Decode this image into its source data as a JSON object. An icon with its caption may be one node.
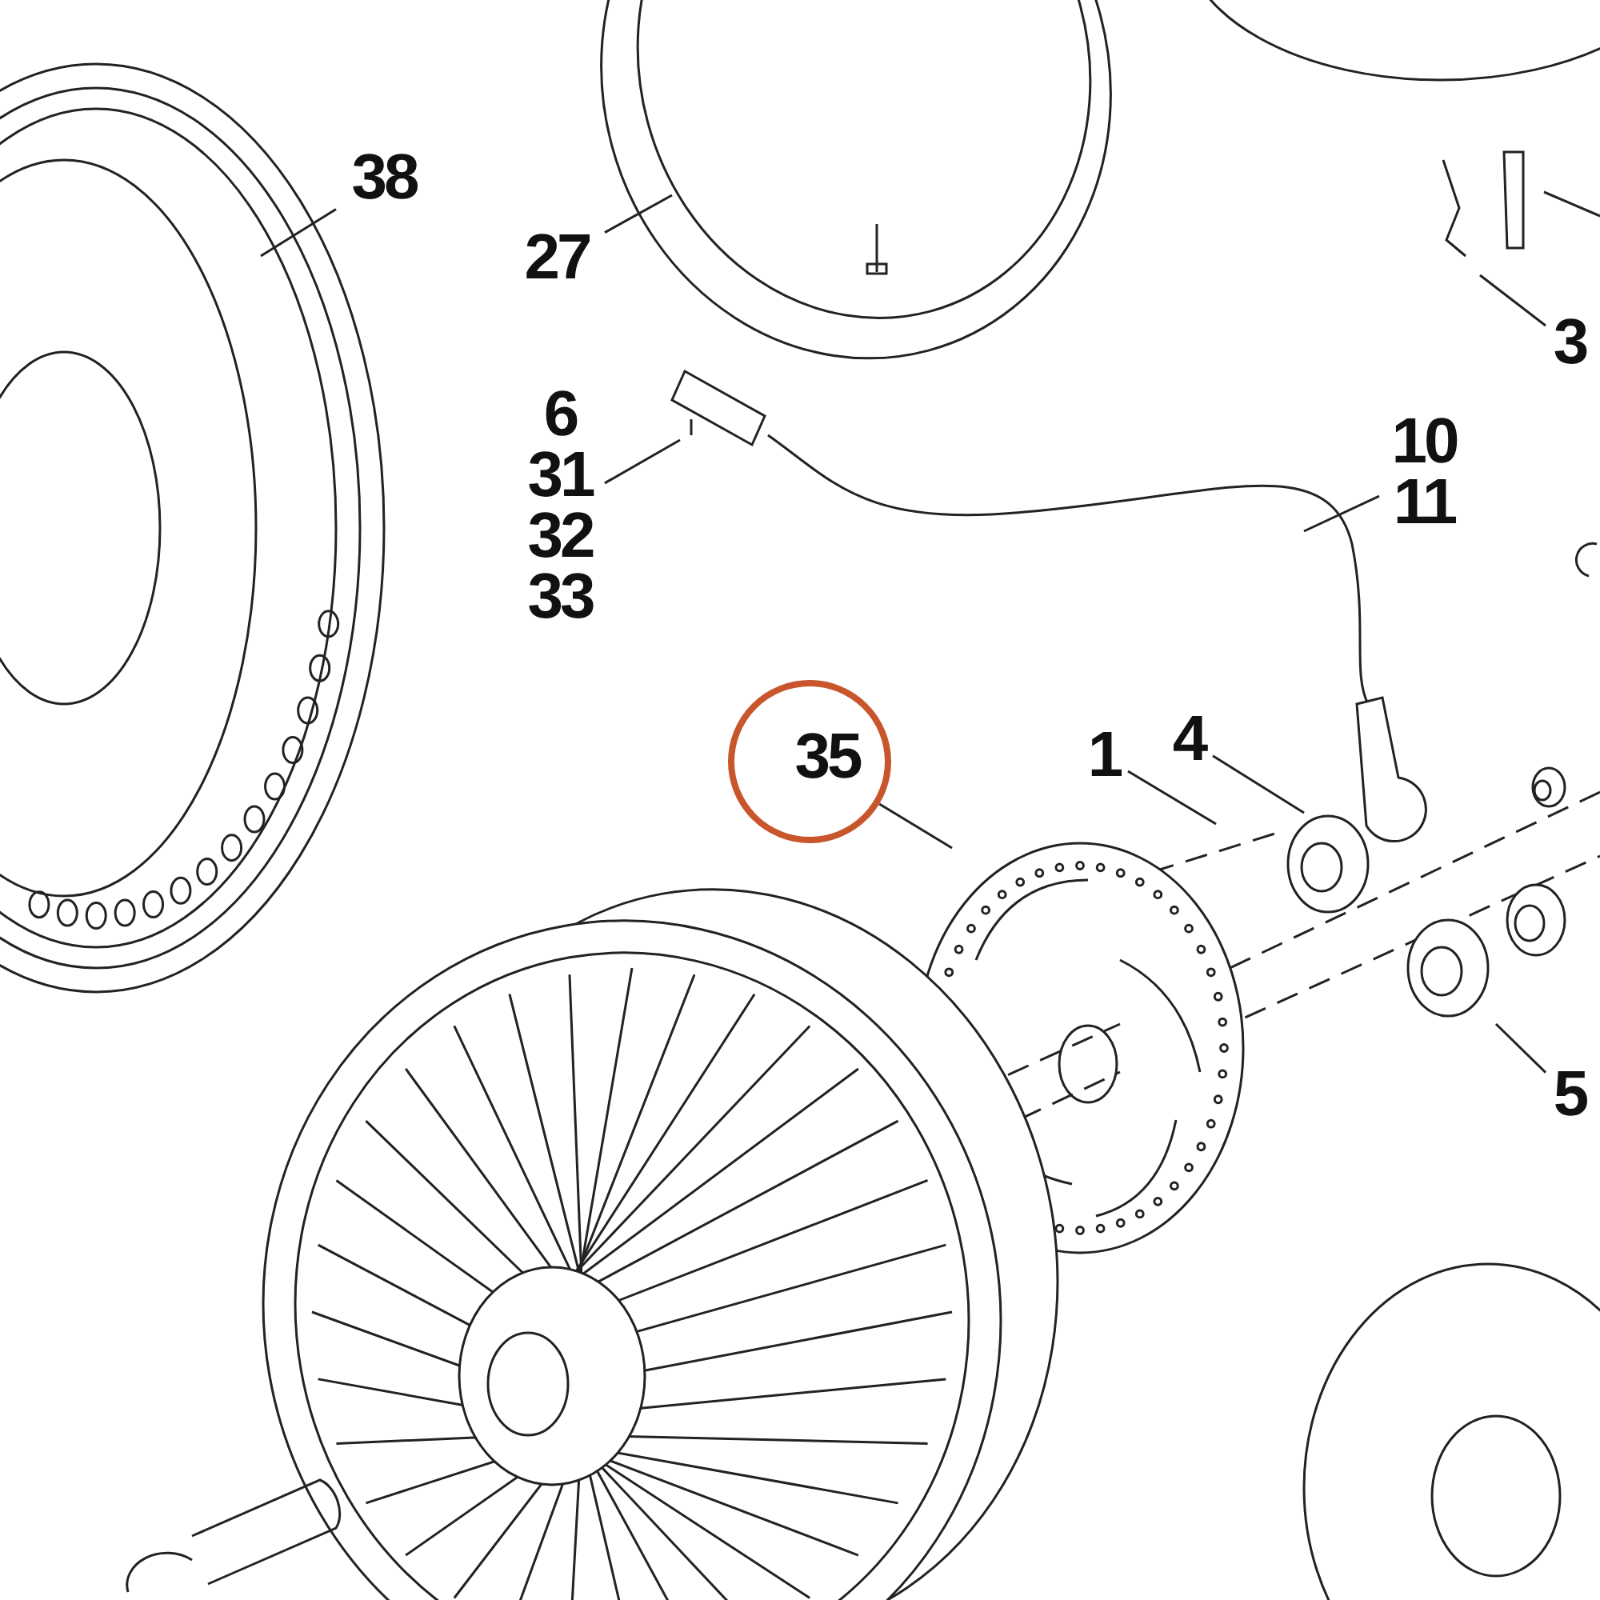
{
  "diagram": {
    "nodes": [
      {
        "text": [
          "38"
        ]
      },
      {
        "text": [
          "27"
        ]
      },
      {
        "text": [
          "6",
          "31",
          "32",
          "33"
        ]
      },
      {
        "text": [
          "10",
          "11"
        ]
      },
      {
        "text": [
          "35"
        ]
      },
      {
        "text": [
          "1"
        ]
      },
      {
        "text": [
          "4"
        ]
      },
      {
        "text": [
          "3"
        ]
      },
      {
        "text": [
          "5"
        ]
      }
    ],
    "edges": [
      {
        "from": 0,
        "to": null,
        "arrow": "none"
      },
      {
        "from": 1,
        "to": null,
        "arrow": "none"
      },
      {
        "from": 2,
        "to": null,
        "arrow": "none"
      },
      {
        "from": 3,
        "to": null,
        "arrow": "none"
      },
      {
        "from": 4,
        "to": null,
        "arrow": "none"
      },
      {
        "from": 5,
        "to": null,
        "arrow": "none"
      },
      {
        "from": 6,
        "to": null,
        "arrow": "none"
      },
      {
        "from": 7,
        "to": null,
        "arrow": "none"
      },
      {
        "from": 8,
        "to": null,
        "arrow": "none"
      }
    ]
  }
}
